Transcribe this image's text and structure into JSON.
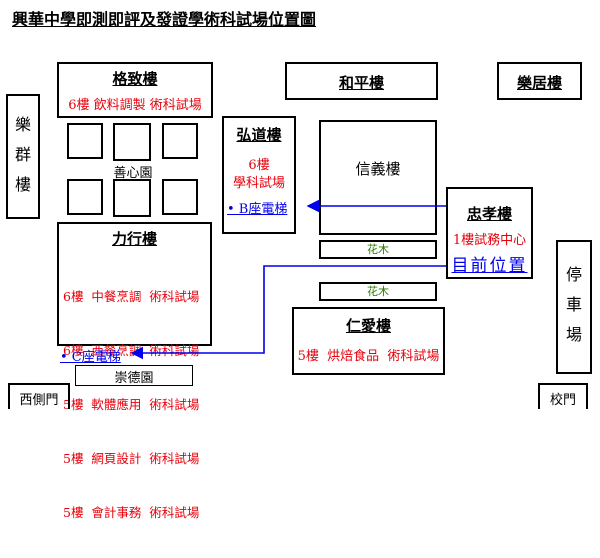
{
  "title": "興華中學即測即評及發證學術科試場位置圖",
  "buildings": {
    "gezhi": {
      "name": "格致樓",
      "note": "6樓 飲料調製 術科試場"
    },
    "heping": {
      "name": "和平樓"
    },
    "leju": {
      "name": "樂居樓"
    },
    "lequn": {
      "name": "樂群樓"
    },
    "hongdao": {
      "name": "弘道樓",
      "floor": "6樓",
      "note": "學科試場",
      "elevator": "• B座電梯"
    },
    "xinyi": {
      "name": "信義樓"
    },
    "zhongxiao": {
      "name": "忠孝樓",
      "note": "1樓試務中心",
      "here": "目前位置"
    },
    "lixing": {
      "name": "力行樓",
      "rooms": [
        "6樓  中餐烹調  術科試場",
        "6樓  西餐烹調  術科試場",
        "5樓  軟體應用  術科試場",
        "5樓  網頁設計  術科試場",
        "5樓  會計事務  術科試場"
      ],
      "elevator": "• C座電梯"
    },
    "renai": {
      "name": "仁愛樓",
      "note": "5樓  烘焙食品  術科試場"
    },
    "tingchechang": {
      "name": "停車場"
    }
  },
  "areas": {
    "shanxin": "善心園",
    "chongde": "崇德園",
    "flower1": "花木",
    "flower2": "花木"
  },
  "gates": {
    "west": "西側門",
    "school": "校門"
  },
  "colors": {
    "exam": "#e8000b",
    "route": "#0000ee",
    "plant": "#2a7a00"
  }
}
